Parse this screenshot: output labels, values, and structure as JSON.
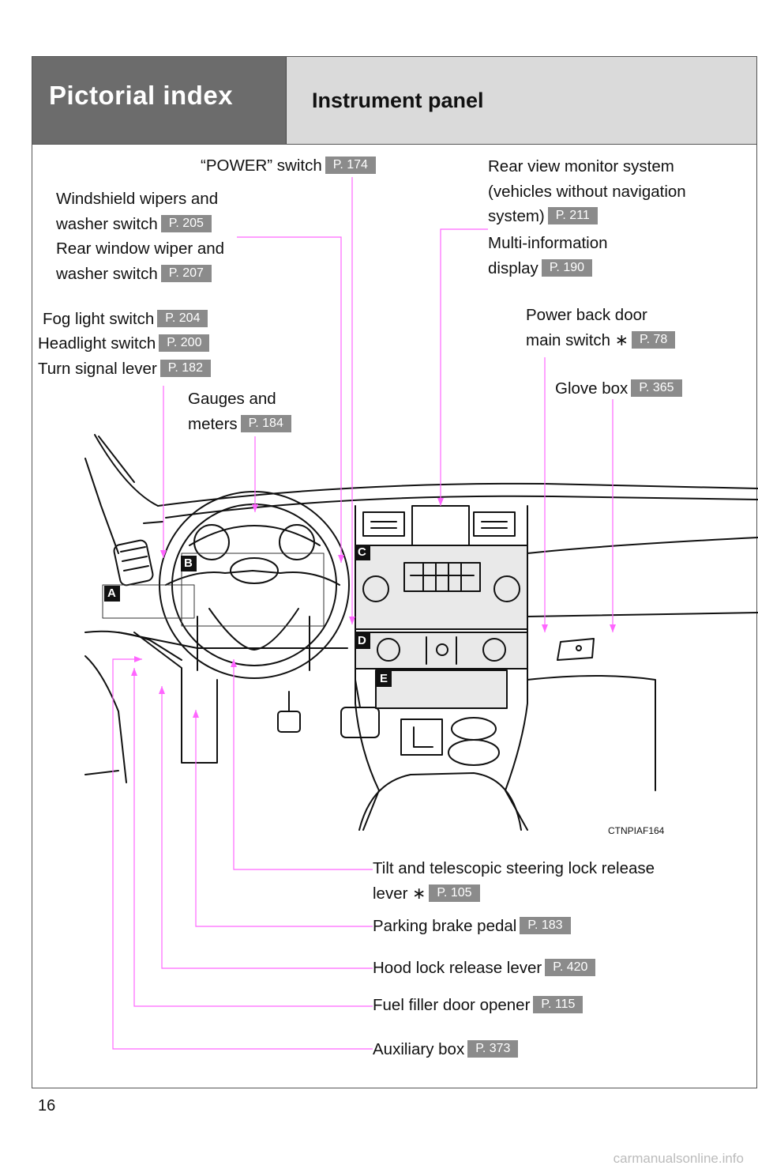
{
  "header": {
    "section": "Pictorial index",
    "subsection": "Instrument panel"
  },
  "labels": {
    "power_switch": "“POWER” switch",
    "wipers_l1": "Windshield wipers and",
    "wipers_l2": "washer switch",
    "rear_wiper_l1": "Rear window wiper and",
    "rear_wiper_l2": "washer switch",
    "fog": "Fog light switch",
    "headlight": "Headlight switch",
    "turn": "Turn signal lever",
    "gauges_l1": "Gauges and",
    "gauges_l2": "meters",
    "rear_view_l1": "Rear view monitor system",
    "rear_view_l2": "(vehicles without navigation",
    "rear_view_l3": "system)",
    "multi_l1": "Multi-information",
    "multi_l2": "display",
    "back_door_l1": "Power back door",
    "back_door_l2": "main switch ∗",
    "glove": "Glove box",
    "tilt_l1": "Tilt and telescopic steering lock release",
    "tilt_l2": "lever ∗",
    "parking": "Parking brake pedal",
    "hood": "Hood lock release lever",
    "fuel": "Fuel filler door opener",
    "aux": "Auxiliary box"
  },
  "refs": {
    "power_switch": "P. 174",
    "wipers": "P. 205",
    "rear_wiper": "P. 207",
    "fog": "P. 204",
    "headlight": "P. 200",
    "turn": "P. 182",
    "gauges": "P. 184",
    "rear_view": "P. 211",
    "multi": "P. 190",
    "back_door": "P. 78",
    "glove": "P. 365",
    "tilt": "P. 105",
    "parking": "P. 183",
    "hood": "P. 420",
    "fuel": "P. 115",
    "aux": "P. 373"
  },
  "figure": {
    "code": "CTNPIAF164",
    "markers": [
      "A",
      "B",
      "C",
      "D",
      "E"
    ]
  },
  "colors": {
    "leader": "#ff66ff",
    "ref_bg": "#8b8b8b",
    "header_dark": "#6c6c6c",
    "header_light": "#dadada"
  },
  "page_number": "16",
  "watermark": "carmanualsonline.info"
}
